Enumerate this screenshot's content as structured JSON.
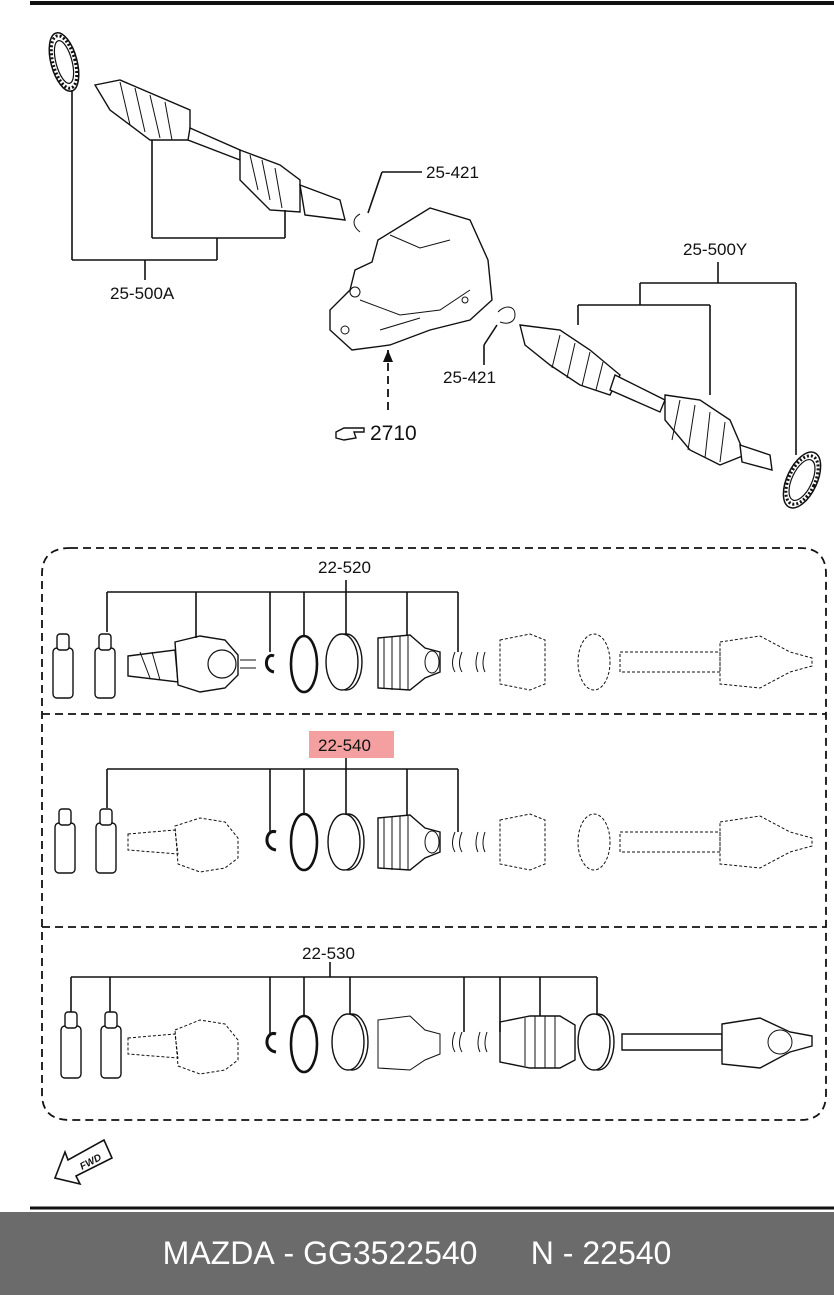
{
  "labels": {
    "axle_left": "25-500A",
    "axle_right": "25-500Y",
    "clip_upper": "25-421",
    "clip_lower": "25-421",
    "differential_ref": "2710",
    "kit_1": "22-520",
    "kit_2": "22-540",
    "kit_3": "22-530",
    "fwd": "FWD"
  },
  "highlight_color": "#f4a0a0",
  "icons": [
    "pointing-hand-icon",
    "fwd-arrow-icon"
  ],
  "footer": {
    "brand": "MAZDA",
    "part_number": "GG3522540",
    "ref": "N - 22540"
  }
}
